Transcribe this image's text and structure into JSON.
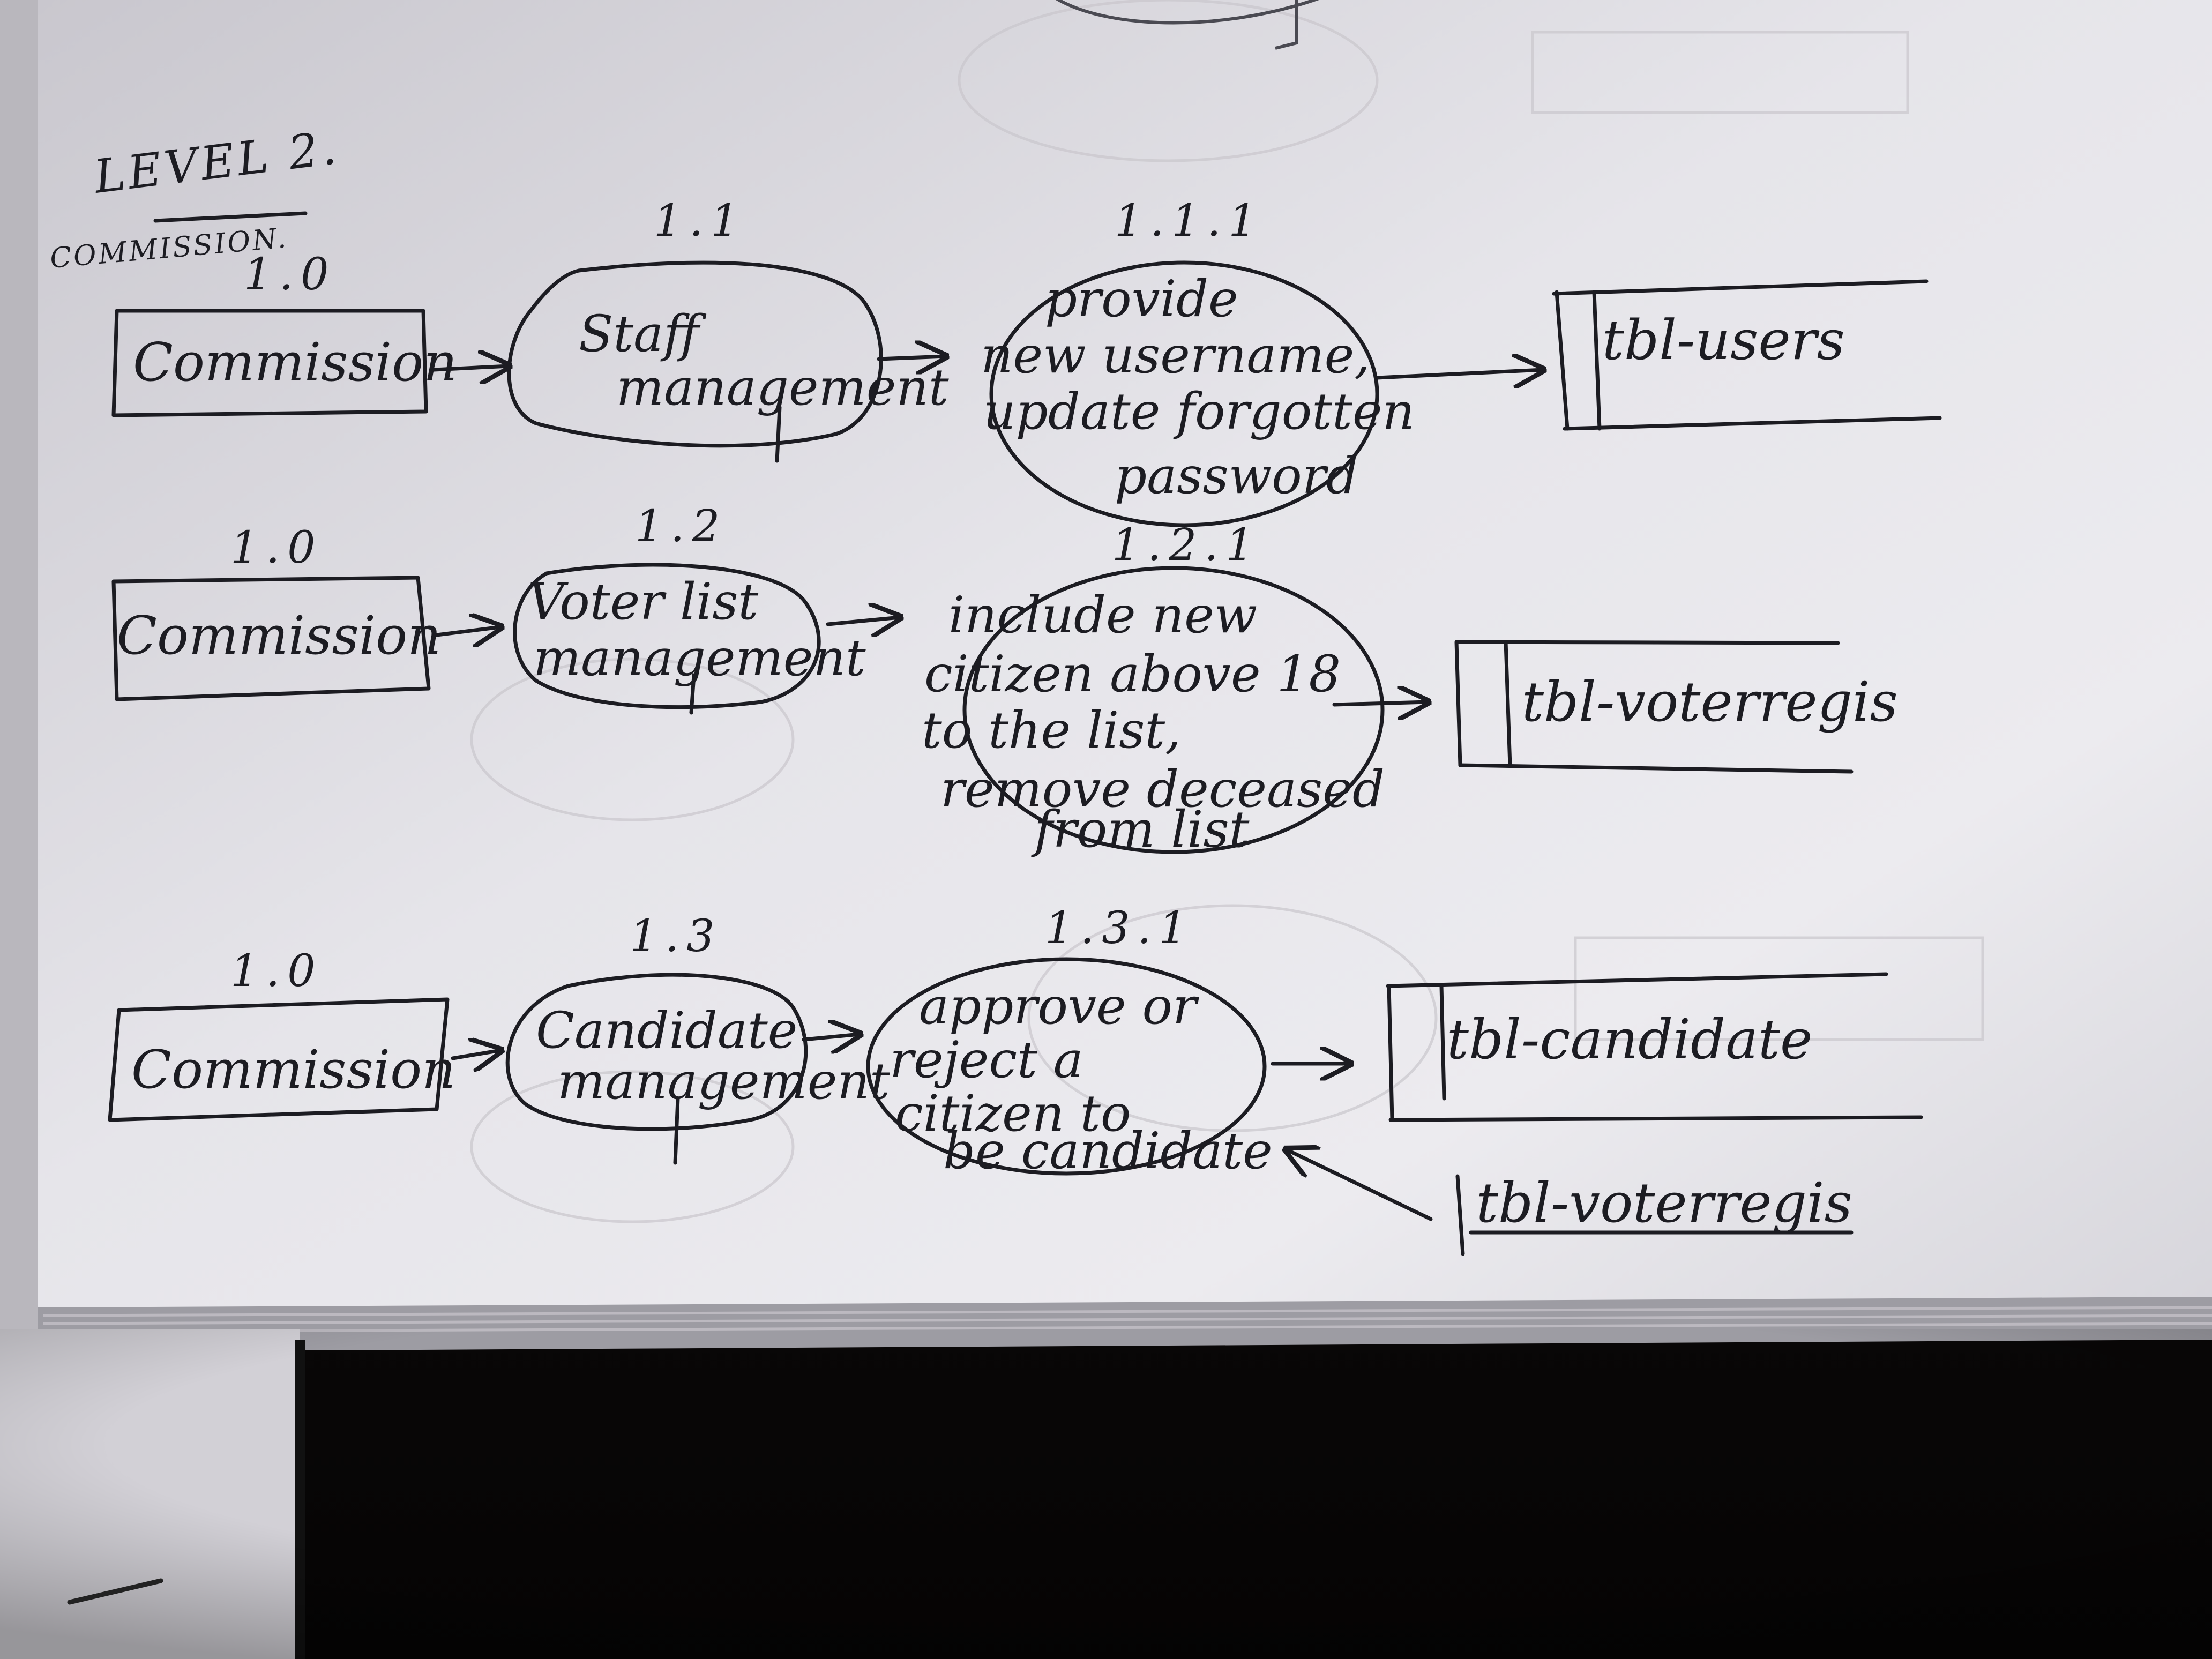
{
  "header": {
    "title": "LEVEL 2.",
    "subtitle": "COMMISSION."
  },
  "rows": [
    {
      "entity_num": "1.0",
      "entity": "Commission",
      "process_num": "1.1",
      "process_lines": [
        "Staff",
        "management"
      ],
      "sub_num": "1.1.1",
      "sub_lines": [
        "provide",
        "new username,",
        "update forgotten",
        "password"
      ],
      "store": "tbl-users"
    },
    {
      "entity_num": "1.0",
      "entity": "Commission",
      "process_num": "1.2",
      "process_lines": [
        "Voter list",
        "management"
      ],
      "sub_num": "1.2.1",
      "sub_lines": [
        "include new",
        "citizen above 18",
        "to the list,",
        "remove deceased",
        "from list"
      ],
      "store": "tbl-voterregis"
    },
    {
      "entity_num": "1.0",
      "entity": "Commission",
      "process_num": "1.3",
      "process_lines": [
        "Candidate",
        "management"
      ],
      "sub_num": "1.3.1",
      "sub_lines": [
        "approve or",
        "reject a",
        "citizen to",
        "be candidate"
      ],
      "store": "tbl-candidate"
    }
  ],
  "extra_store": "tbl-voterregis"
}
